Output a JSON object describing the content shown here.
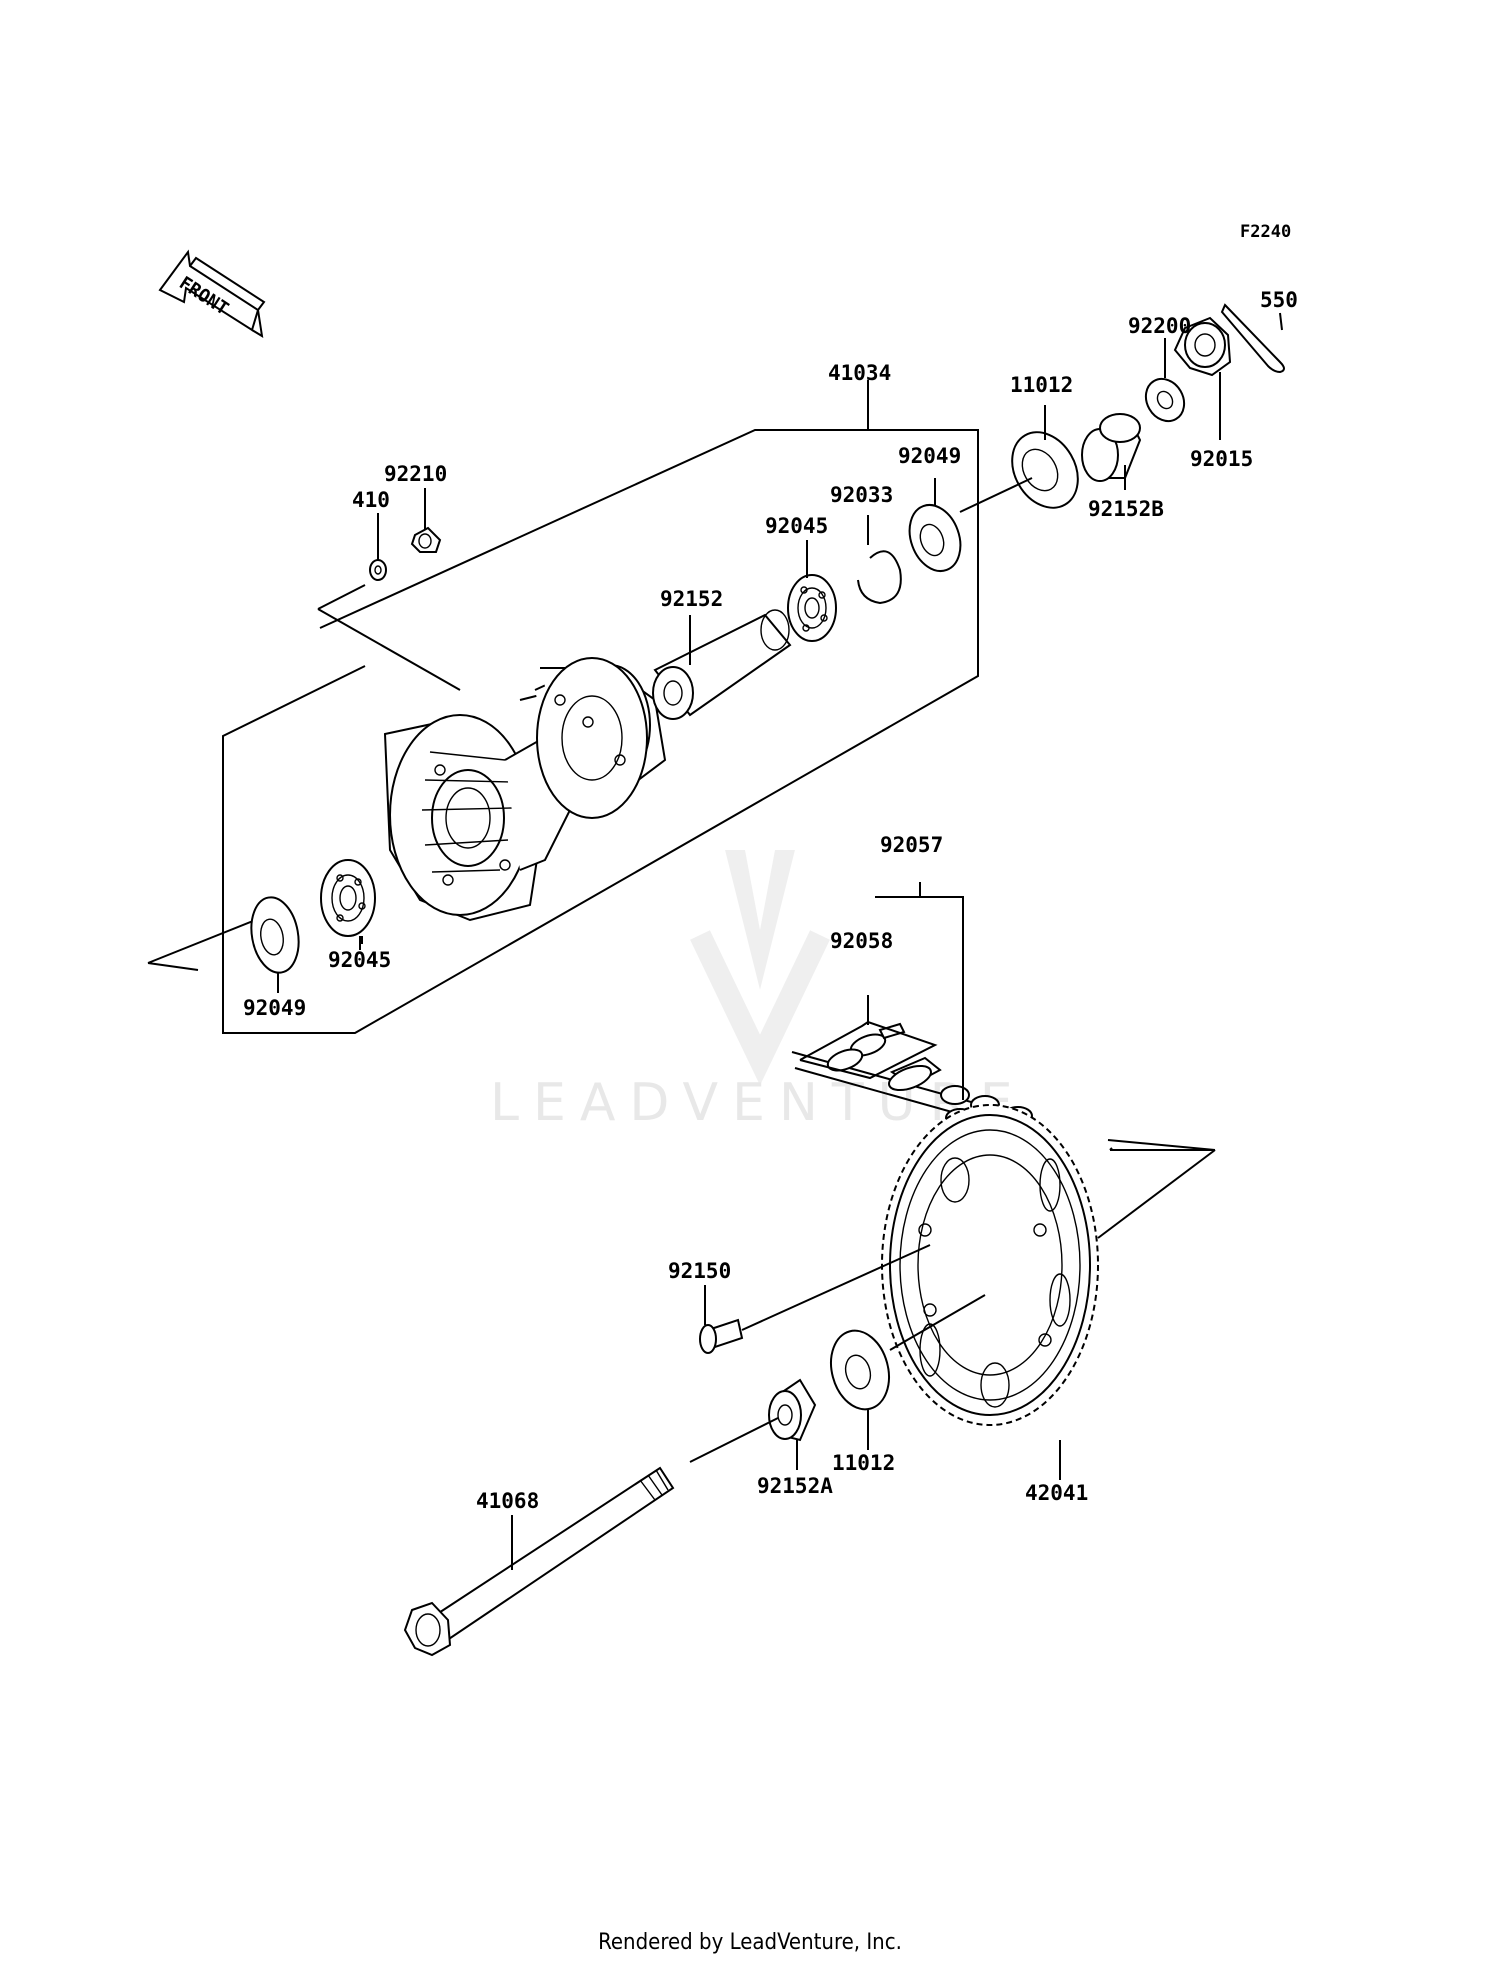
{
  "figure_code": "F2240",
  "front_arrow_text": "FRONT",
  "watermark_text": "LEADVENTURE",
  "footer_text": "Rendered by LeadVenture, Inc.",
  "labels": {
    "p550": "550",
    "p92200": "92200",
    "p92015": "92015",
    "p41034": "41034",
    "p11012_top": "11012",
    "p92049_top": "92049",
    "p92033": "92033",
    "p92045_top": "92045",
    "p92152B": "92152B",
    "p92210": "92210",
    "p410": "410",
    "p92152": "92152",
    "p92045_bot": "92045",
    "p92049_bot": "92049",
    "p92057": "92057",
    "p92058": "92058",
    "p92150": "92150",
    "p11012_bot": "11012",
    "p92152A": "92152A",
    "p42041": "42041",
    "p41068": "41068"
  }
}
